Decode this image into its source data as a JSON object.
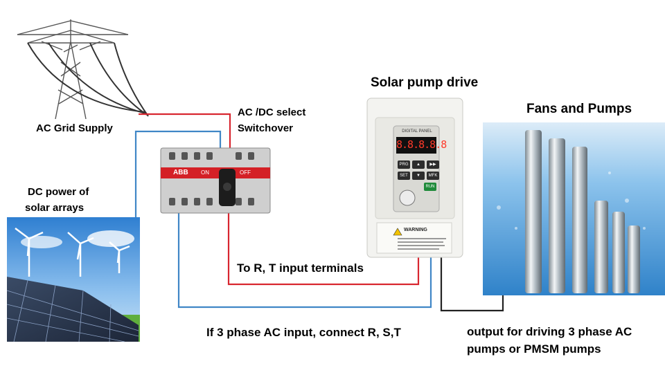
{
  "labels": {
    "ac_grid": "AC Grid Supply",
    "dc_power_line1": "DC power of",
    "dc_power_line2": "solar  arrays",
    "switch_line1": "AC /DC select",
    "switch_line2": "Switchover",
    "drive_title": "Solar pump drive",
    "fans_pumps": "Fans and Pumps",
    "rt_terminals": "To R,  T input terminals",
    "rst_note": "If 3 phase AC input, connect  R, S,T",
    "output_line1": "output for driving 3 phase AC",
    "output_line2": "pumps or PMSM pumps"
  },
  "switch": {
    "brand": "ABB",
    "on_label": "ON",
    "off_label": "OFF"
  },
  "drive": {
    "display": "8.8.8.8.8",
    "panel_label": "DIGITAL PANEL",
    "buttons": [
      "PRG",
      "▲",
      "▶▶",
      "SET",
      "▼",
      "MFK",
      "RUN"
    ],
    "warning_title": "WARNING"
  },
  "wires": {
    "red": "#d8262f",
    "blue": "#3f86c6",
    "black": "#222222"
  }
}
